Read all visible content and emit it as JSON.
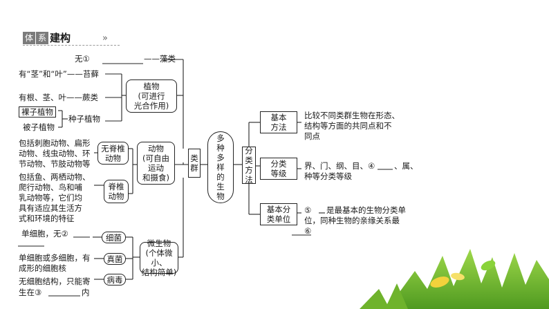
{
  "header": {
    "badge_chars": [
      "体",
      "系"
    ],
    "title": "建构",
    "arrows": "»"
  },
  "left": {
    "no_item": "无①",
    "no_item_result": "——藻类",
    "stem_leaf": "有“茎”和“叶”——苔藓",
    "root_stem_leaf": "有根、茎、叶——蕨类",
    "gymnosperm": "裸子植物",
    "angiosperm": "被子植物",
    "seed_plant": "种子植物",
    "invert_desc": [
      "包括刺胞动物、扁形",
      "动物、线虫动物、环",
      "节动物、节肢动物等"
    ],
    "vert_desc": [
      "包括鱼、两栖动物、",
      "爬行动物、鸟和哺",
      "乳动物等，它们均",
      "具有适应其生活方",
      "式和环境的特征"
    ],
    "bacteria_desc": "单细胞，无②",
    "fungi_desc": [
      "单细胞或多细胞，有",
      "成形的细胞核"
    ],
    "virus_desc": [
      "无细胞结构，只能寄",
      "生在③",
      "内"
    ]
  },
  "boxes": {
    "plant": [
      "植物",
      "(可进行",
      "光合作用)"
    ],
    "invertebrate": [
      "无脊椎",
      "动物"
    ],
    "vertebrate": [
      "脊椎",
      "动物"
    ],
    "animal": [
      "动物",
      "(可自由",
      "运动",
      "和摄食)"
    ],
    "bacteria": "细菌",
    "fungi": "真菌",
    "virus": "病毒",
    "microbe": [
      "微生物",
      "(个体微小、",
      "结构简单)"
    ],
    "classify_groups": [
      "类",
      "群"
    ],
    "diversity": [
      "多",
      "种",
      "多",
      "样",
      "的",
      "生",
      "物"
    ],
    "classification_method": [
      "分",
      "类",
      "方",
      "法"
    ],
    "basic_method": [
      "基本",
      "方法"
    ],
    "classify_rank": [
      "分类",
      "等级"
    ],
    "basic_unit": [
      "基本分",
      "类单位"
    ]
  },
  "right": {
    "method_desc": [
      "比较不同类群生物在形态、",
      "结构等方面的共同点和不",
      "同点"
    ],
    "rank_desc_prefix": "界、门、纲、目、④",
    "rank_desc_suffix": "、属、",
    "rank_desc_line2": "种等分类等级",
    "unit_marker": "⑤",
    "unit_desc_l1": "是最基本的生物分类单",
    "unit_desc_l2": "位，同种生物的亲缘关系最",
    "unit_marker2": "⑥"
  }
}
